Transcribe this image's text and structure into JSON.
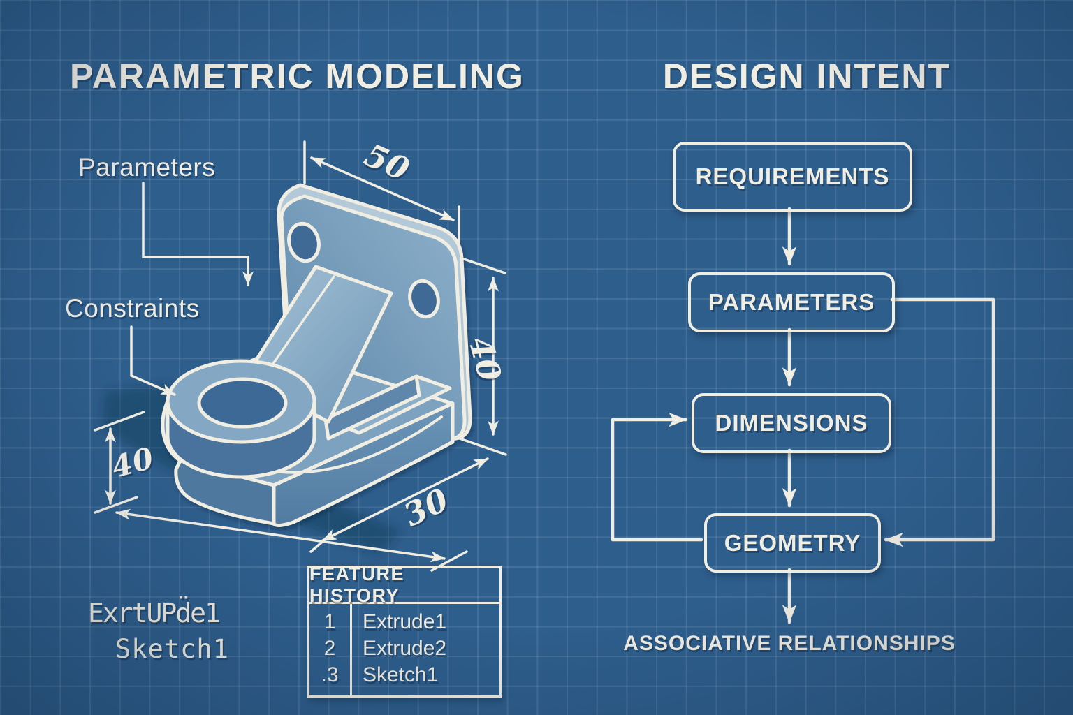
{
  "colors": {
    "background": "#2e5e8c",
    "grid_line": "rgba(205,228,245,0.13)",
    "ink": "#f0ede3",
    "part_face": "#7fa4c1",
    "part_dark": "#4f789f",
    "hole": "#3f6a96"
  },
  "left": {
    "title": "PARAMETRIC MODELING",
    "callouts": {
      "parameters": "Parameters",
      "constraints": "Constraints"
    },
    "dims": {
      "width": "50",
      "height": "40",
      "base_height": "40",
      "depth": "30"
    },
    "notes": {
      "extrude": "ExrtUPd̈e1",
      "sketch": "Sketch1"
    },
    "table": {
      "title": "FEATURE HISTORY",
      "rows": [
        {
          "n": "1",
          "label": "Extrude1"
        },
        {
          "n": "2",
          "label": "Extrude2"
        },
        {
          "n": ".3",
          "label": "Sketch1"
        }
      ]
    }
  },
  "right": {
    "title": "DESIGN INTENT",
    "boxes": [
      {
        "label": "REQUIREMENTS"
      },
      {
        "label": "PARAMETERS"
      },
      {
        "label": "DIMENSIONS"
      },
      {
        "label": "GEOMETRY"
      }
    ],
    "caption": "ASSOCIATIVE RELATIONSHIPS"
  }
}
